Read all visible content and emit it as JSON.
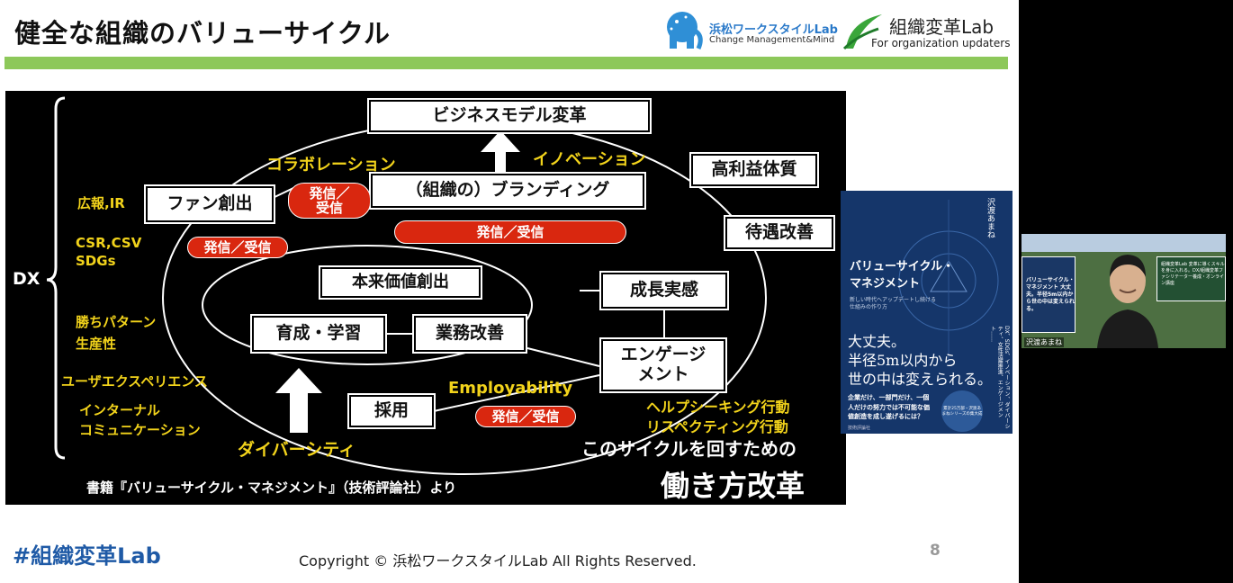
{
  "slide": {
    "title": "健全な組織のバリューサイクル",
    "logo_hamamatsu": {
      "name": "浜松ワークスタイルLab",
      "tagline": "Change Management&Mind"
    },
    "logo_soshiki": {
      "name": "組織変革Lab",
      "tagline": "For organization updaters"
    },
    "hashtag": "#組織変革Lab",
    "copyright": "Copyright © 浜松ワークスタイルLab  All Rights Reserved.",
    "page_number": "8"
  },
  "diagram": {
    "dx_label": "DX",
    "left_items": [
      "広報,IR",
      "CSR,CSV",
      "SDGs",
      "勝ちパターン",
      "生産性",
      "ユーザエクスペリエンス",
      "インターナル",
      "コミュニケーション"
    ],
    "boxes": {
      "business_model": "ビジネスモデル変革",
      "fan": "ファン創出",
      "branding": "（組織の）ブランディング",
      "profit": "高利益体質",
      "treatment": "待遇改善",
      "value_creation": "本来価値創出",
      "growth_feeling": "成長実感",
      "training": "育成・学習",
      "improvement": "業務改善",
      "engagement_1": "エンゲージ",
      "engagement_2": "メント",
      "hiring": "採用"
    },
    "pills": {
      "send_receive_a_1": "発信／",
      "send_receive_a_2": "受信",
      "send_receive": "発信／受信"
    },
    "labels": {
      "collaboration": "コラボレーション",
      "innovation": "イノベーション",
      "employability": "Employability",
      "help_seeking": "ヘルプシーキング行動",
      "respecting": "リスペクティング行動",
      "diversity": "ダイバーシティ",
      "cycle_line": "このサイクルを回すための",
      "work_reform": "働き方改革",
      "source": "書籍『バリューサイクル・マネジメント』（技術評論社）より"
    }
  },
  "book": {
    "author": "沢渡あまね",
    "title_1": "バリューサイクル・",
    "title_2": "マネジメント",
    "subtitle": "新しい時代へアップデートし続ける仕組みの作り方",
    "catch_1": "大丈夫。",
    "catch_2": "半径5m以内から",
    "catch_3": "世の中は変えられる。",
    "desc": "企業だけ、一部門だけ、一個人だけの努力では不可能な価値創造を成し遂げるには？",
    "blurb": "DX、SDGs、イノベーション、ダイバーシティ、女性活躍推進、エンゲージメント……",
    "badge": "累計25万部・沢渡あまねシリーズの集大成",
    "publisher": "技術評論社"
  },
  "video": {
    "participant_name": "沢渡あまね",
    "screen_left": "バリューサイクル・マネジメント 大丈夫。半径5m以内から世の中は変えられる。",
    "screen_right": "組織変革Lab 変革に導くスキルを身に入れる。DX/組織変革ファシリテーター養成・オンライン講座"
  }
}
